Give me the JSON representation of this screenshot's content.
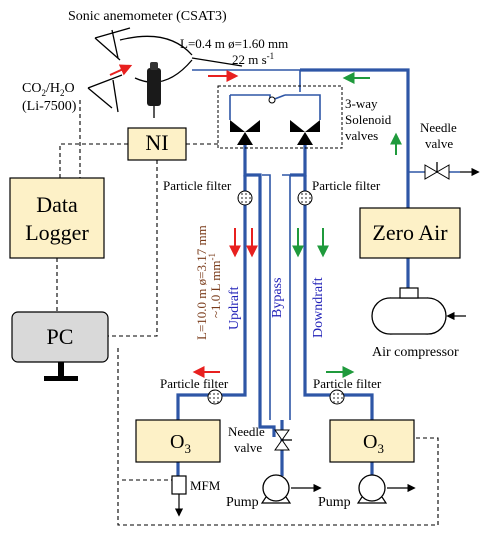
{
  "title": "Sonic anemometer (CSAT3)",
  "inlet": {
    "spec": "L=0.4 m  ø=1.60 mm",
    "flow": "22 m s",
    "flow_sup": "-1"
  },
  "gas_analyzer": {
    "line1": "CO",
    "line1_sub": "2",
    "line1_rest": "/H",
    "line1_sub2": "2",
    "line1_end": "O",
    "line2": "(Li-7500)"
  },
  "ni_box": "NI",
  "data_logger": {
    "line1": "Data",
    "line2": "Logger"
  },
  "pc_box": "PC",
  "valves_label": {
    "line1": "3-way",
    "line2": "Solenoid",
    "line3": "valves"
  },
  "needle_valve_top": {
    "line1": "Needle",
    "line2": "valve"
  },
  "zero_air": "Zero Air",
  "air_compressor": "Air compressor",
  "particle_filter_left_top": "Particle filter",
  "particle_filter_right_top": "Particle filter",
  "particle_filter_left_bottom": "Particle filter",
  "particle_filter_right_bottom": "Particle filter",
  "tube_spec": {
    "line1": "L=10.0 m  ø=3.17 mm",
    "line2": "~1.0 L mm",
    "line2_sup": "-1"
  },
  "updraft": "Updraft",
  "bypass": "Bypass",
  "downdraft": "Downdraft",
  "o3_left": {
    "main": "O",
    "sub": "3"
  },
  "o3_right": {
    "main": "O",
    "sub": "3"
  },
  "needle_valve_bottom": {
    "line1": "Needle",
    "line2": "valve"
  },
  "mfm": "MFM",
  "pump_left": "Pump",
  "pump_right": "Pump",
  "colors": {
    "tube": "#2e56a6",
    "box_fill": "#fdf1c7",
    "pc_fill": "#d9d9d9",
    "arrow_red": "#e8201f",
    "arrow_green": "#1f9a3c",
    "updraft_text": "#2222b8"
  }
}
